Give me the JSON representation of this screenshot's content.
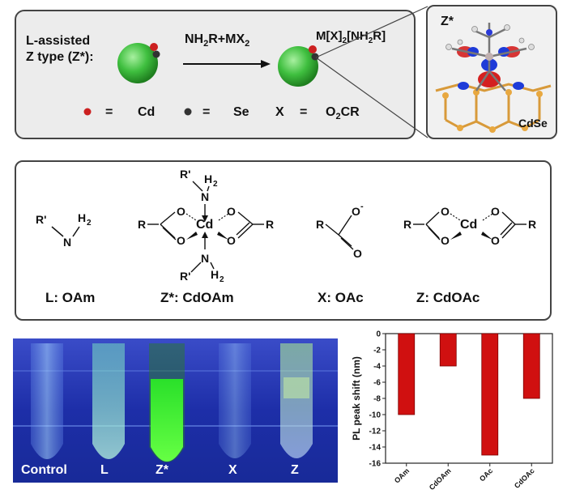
{
  "top_panel": {
    "assist_label_line1": "L-assisted",
    "assist_label_line2": "Z type (Z*):",
    "reaction_main": "NH",
    "reaction_sub1": "2",
    "reaction_mid": "R+MX",
    "reaction_sub2": "2",
    "product_label": "M[X]",
    "product_sub": "2",
    "product_tail": "[NH",
    "product_sub2": "2",
    "product_end": "R]",
    "legend_cd_eq": "=",
    "legend_cd": "Cd",
    "legend_se_eq": "=",
    "legend_se": "Se",
    "legend_x": "X",
    "legend_x_eq": "=",
    "legend_x_val": "O",
    "legend_x_sub": "2",
    "legend_x_tail": "CR",
    "colors": {
      "sphere": "#3fbf3f",
      "cd_dot": "#cc2020",
      "se_dot": "#333333"
    }
  },
  "inset": {
    "label_top": "Z*",
    "label_bottom": "CdSe"
  },
  "structures": [
    {
      "id": "L",
      "caption": "L: OAm"
    },
    {
      "id": "Zstar",
      "caption": "Z*: CdOAm"
    },
    {
      "id": "X",
      "caption": "X: OAc"
    },
    {
      "id": "Z",
      "caption": "Z: CdOAc"
    }
  ],
  "struct_text": {
    "R": "R",
    "Rp": "R'",
    "N": "N",
    "H2": "H",
    "two": "2",
    "O": "O",
    "Cd": "Cd",
    "minus": "-"
  },
  "photo": {
    "labels": [
      "Control",
      "L",
      "Z*",
      "X",
      "Z"
    ],
    "colors": {
      "background": "#1d2ea8",
      "glow": "#33ff33"
    }
  },
  "chart_data": {
    "type": "bar",
    "categories": [
      "OAm",
      "CdOAm",
      "OAc",
      "CdOAc"
    ],
    "values": [
      -10,
      -4,
      -15,
      -8
    ],
    "ylabel": "PL peak shift (nm)",
    "ylim": [
      -16,
      0
    ],
    "yticks": [
      0,
      -2,
      -4,
      -6,
      -8,
      -10,
      -12,
      -14,
      -16
    ],
    "bar_color": "#d01010"
  }
}
